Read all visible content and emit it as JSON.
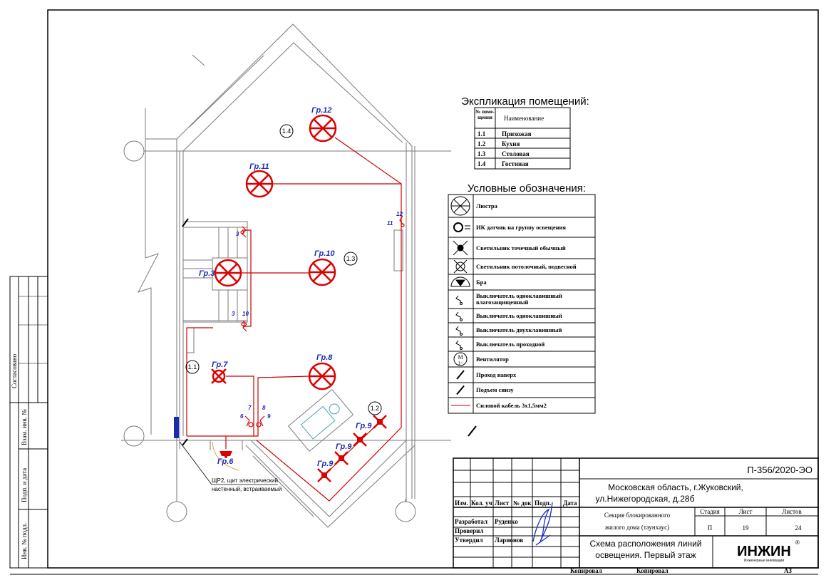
{
  "explication": {
    "title": "Экспликация помещений:",
    "header_no": "№ поме-щения",
    "header_name": "Наименование",
    "rows": [
      {
        "no": "1.1",
        "name": "Прихожая"
      },
      {
        "no": "1.2",
        "name": "Кухня"
      },
      {
        "no": "1.3",
        "name": "Столовая"
      },
      {
        "no": "1.4",
        "name": "Гостиная"
      }
    ]
  },
  "legend": {
    "title": "Условные обозначения:",
    "items": [
      {
        "icon": "chandelier-icon",
        "label": "Люстра"
      },
      {
        "icon": "ir-sensor-icon",
        "label": "ИК датчик на группу освещения"
      },
      {
        "icon": "spot-light-icon",
        "label": "Светильник точечный обычный"
      },
      {
        "icon": "ceiling-light-icon",
        "label": "Светильник потолочный, подвесной"
      },
      {
        "icon": "wall-lamp-icon",
        "label": "Бра"
      },
      {
        "icon": "switch-waterproof-icon",
        "label": "Выключатель одноклавишный влагозащищенный"
      },
      {
        "icon": "switch-single-icon",
        "label": "Выключатель одноклавишный"
      },
      {
        "icon": "switch-double-icon",
        "label": "Выключатель двухклавишный"
      },
      {
        "icon": "switch-passthrough-icon",
        "label": "Выключатель проходной"
      },
      {
        "icon": "fan-icon",
        "label": "Вентилятор"
      },
      {
        "icon": "riser-up-icon",
        "label": "Проход наверх"
      },
      {
        "icon": "riser-down-icon",
        "label": "Подъем снизу"
      },
      {
        "icon": "power-cable-icon",
        "label": "Силовой кабель 3х1,5мм2"
      }
    ],
    "fan_glyph": "M",
    "fan_sub": "1~"
  },
  "plan": {
    "rooms": [
      "1.1",
      "1.2",
      "1.3",
      "1.4"
    ],
    "groups": {
      "g12": "Гр.12",
      "g11": "Гр.11",
      "g3": "Гр.3",
      "g10": "Гр.10",
      "g8": "Гр.8",
      "g7": "Гр.7",
      "g6": "Гр.6",
      "g9": "Гр.9"
    },
    "switch_numbers": {
      "s3a": "3",
      "s3b": "3",
      "s10": "10",
      "s11": "11",
      "s12": "12",
      "s6": "6",
      "s7": "7",
      "s8": "8",
      "s9": "9"
    },
    "panel_note_1": "ЩР2, щит электрический",
    "panel_note_2": "настенный, встраиваемый"
  },
  "side_strip": {
    "agreed": "Согласовано",
    "inv_sub": "Взам. инв. №",
    "sign_date": "Подп. и дата",
    "inv_orig": "Инв. № подл."
  },
  "title_block": {
    "doc_code": "П-356/2020-ЭО",
    "address_1": "Московская область, г.Жуковский,",
    "address_2": "ул.Нижегородская, д.28б",
    "object_1": "Секция блокированного",
    "object_2": "жилого дома (таунхаус)",
    "sheet_title_1": "Схема расположения линий",
    "sheet_title_2": "освещения. Первый этаж",
    "stage_label": "Стадия",
    "sheet_label": "Лист",
    "sheets_label": "Листов",
    "stage": "П",
    "sheet": "19",
    "sheets": "24",
    "col_headers": [
      "Изм.",
      "Кол. уч",
      "Лист",
      "№ док",
      "Подп.",
      "Дата"
    ],
    "roles": [
      {
        "role": "Разработал",
        "name": "Руденко"
      },
      {
        "role": "Проверил",
        "name": ""
      },
      {
        "role": "Утвердил",
        "name": "Ларионов"
      }
    ],
    "logo_text": "ИНЖИН",
    "logo_sub": "Инженерные инновации",
    "logo_reg": "®",
    "copied_1": "Копировал",
    "copied_2": "Копировал",
    "format": "А3",
    "logo_color": "#1e7a2e"
  }
}
